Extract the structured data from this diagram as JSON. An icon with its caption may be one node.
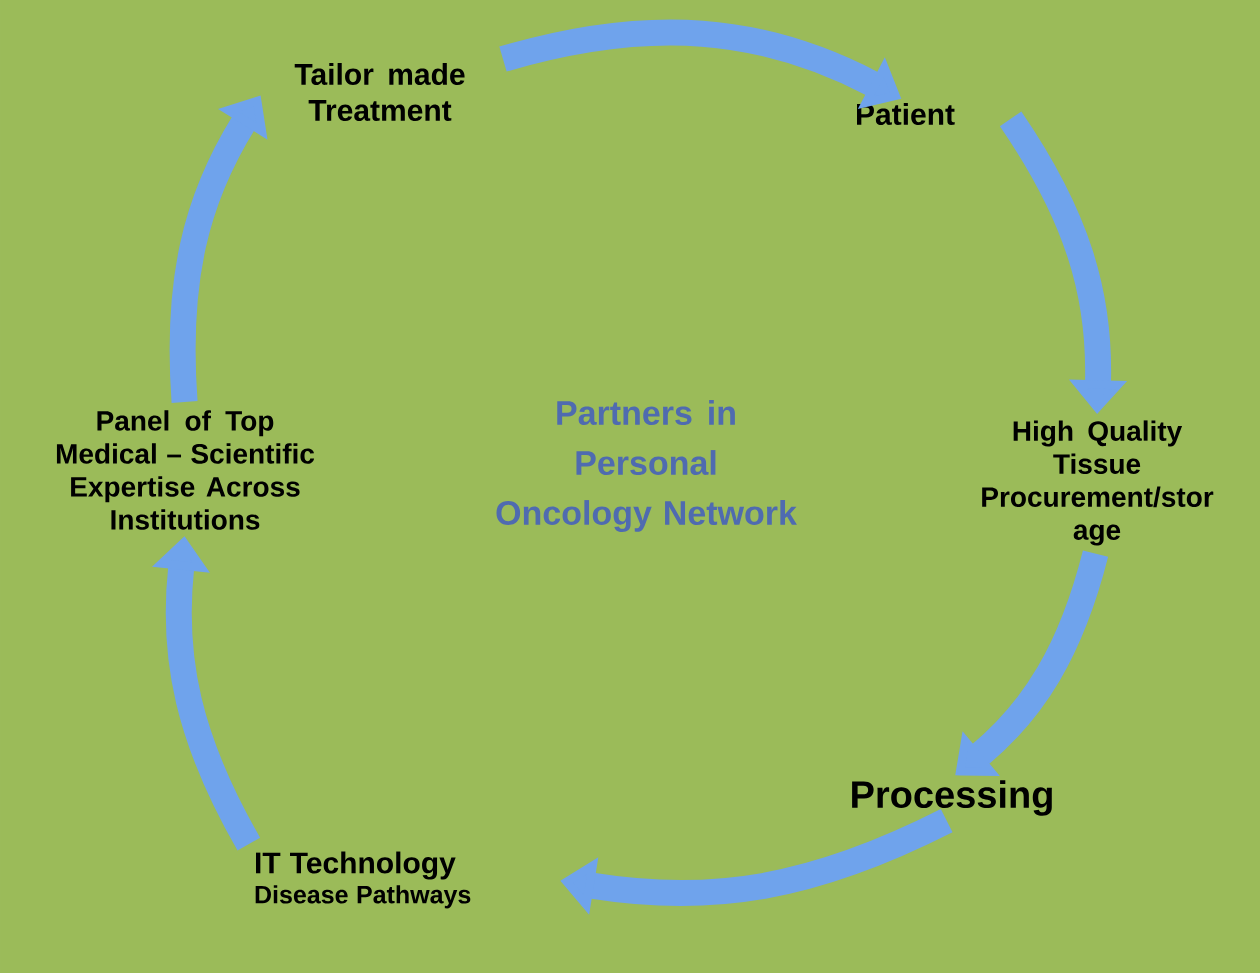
{
  "diagram": {
    "nodes": [
      {
        "text": [
          "Tailor made Treatment"
        ]
      },
      {
        "text": [
          "Patient"
        ]
      },
      {
        "text": [
          "High Quality Tissue Procurement/stor age"
        ]
      },
      {
        "text": [
          "Processing"
        ]
      },
      {
        "text": [
          "IT Technology",
          "Disease Pathways"
        ]
      },
      {
        "text": [
          "Panel of Top Medical – Scientific Expertise Across Institutions"
        ]
      }
    ],
    "edges": [
      {
        "from": 0,
        "to": 1,
        "arrow": "to"
      },
      {
        "from": 1,
        "to": 2,
        "arrow": "to"
      },
      {
        "from": 2,
        "to": 3,
        "arrow": "to"
      },
      {
        "from": 3,
        "to": 4,
        "arrow": "to"
      },
      {
        "from": 4,
        "to": 5,
        "arrow": "to"
      },
      {
        "from": 5,
        "to": 0,
        "arrow": "to"
      }
    ],
    "labels": [
      "Partners in Personal Oncology Network"
    ]
  }
}
